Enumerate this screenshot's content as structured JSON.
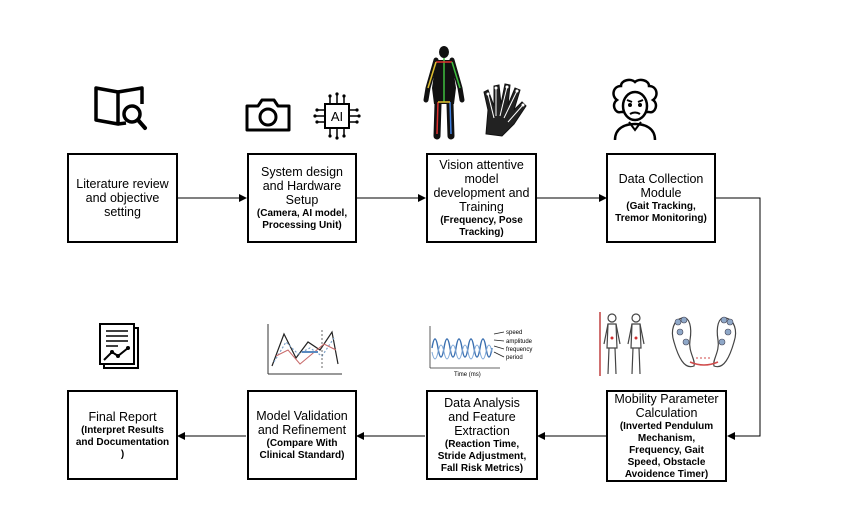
{
  "steps": [
    {
      "title": "Literature review and objective setting",
      "sub": ""
    },
    {
      "title": "System design and Hardware Setup",
      "sub": "(Camera, AI model, Processing Unit)"
    },
    {
      "title": "Vision attentive model development and Training",
      "sub": "(Frequency, Pose Tracking)"
    },
    {
      "title": "Data Collection Module",
      "sub": "(Gait Tracking, Tremor Monitoring)"
    },
    {
      "title": "Mobility Parameter Calculation",
      "sub": "(Inverted Pendulum Mechanism, Frequency, Gait Speed, Obstacle Avoidence Timer)"
    },
    {
      "title": "Data Analysis and Feature Extraction",
      "sub": "(Reaction Time, Stride Adjustment, Fall Risk Metrics)"
    },
    {
      "title": "Model Validation and Refinement",
      "sub": "(Compare With Clinical Standard)"
    },
    {
      "title": "Final Report",
      "sub": "(Interpret Results and Documentation )"
    }
  ],
  "icons": {
    "ai_chip": "AI",
    "graph_labels": [
      "speed",
      "amplitude",
      "frequency",
      "period"
    ],
    "graph_xlabel": "Time (ms)"
  }
}
